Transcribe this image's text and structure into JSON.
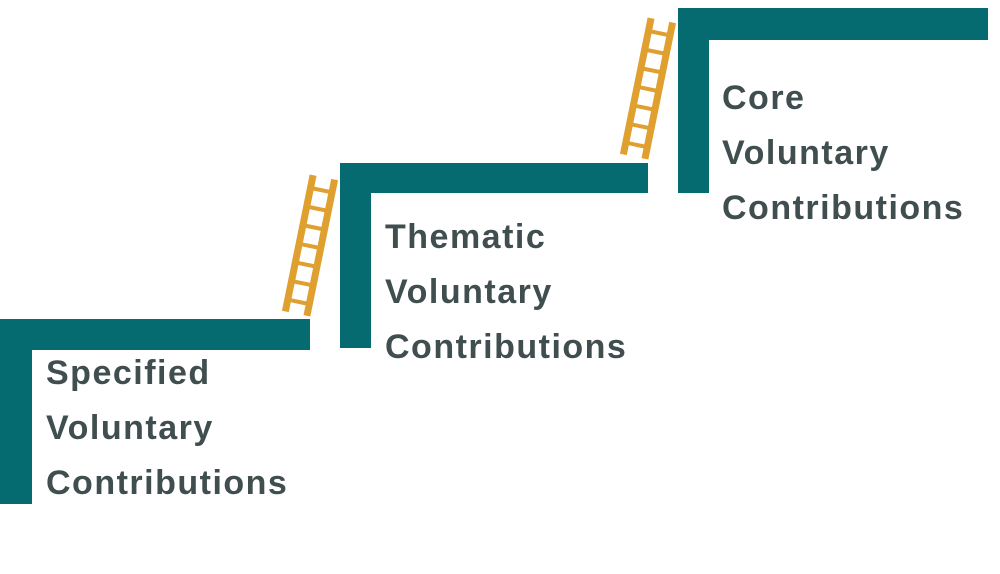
{
  "diagram": {
    "kind": "staircase-infographic",
    "background": "#FFFFFF",
    "colors": {
      "step": "#056B70",
      "ladder": "#DFA02F",
      "label": "#404E4F"
    },
    "steps": [
      {
        "id": "specified",
        "label": "Specified Voluntary Contributions",
        "label_lines": [
          "Specified",
          "Voluntary",
          "Contributions"
        ],
        "position": "bottom-left"
      },
      {
        "id": "thematic",
        "label": "Thematic Voluntary Contributions",
        "label_lines": [
          "Thematic",
          "Voluntary",
          "Contributions"
        ],
        "position": "middle"
      },
      {
        "id": "core",
        "label": "Core Voluntary Contributions",
        "label_lines": [
          "Core",
          "Voluntary",
          "Contributions"
        ],
        "position": "top-right"
      }
    ],
    "ladders": [
      {
        "id": "ladder-1",
        "rungs": 7
      },
      {
        "id": "ladder-2",
        "rungs": 7
      }
    ]
  }
}
